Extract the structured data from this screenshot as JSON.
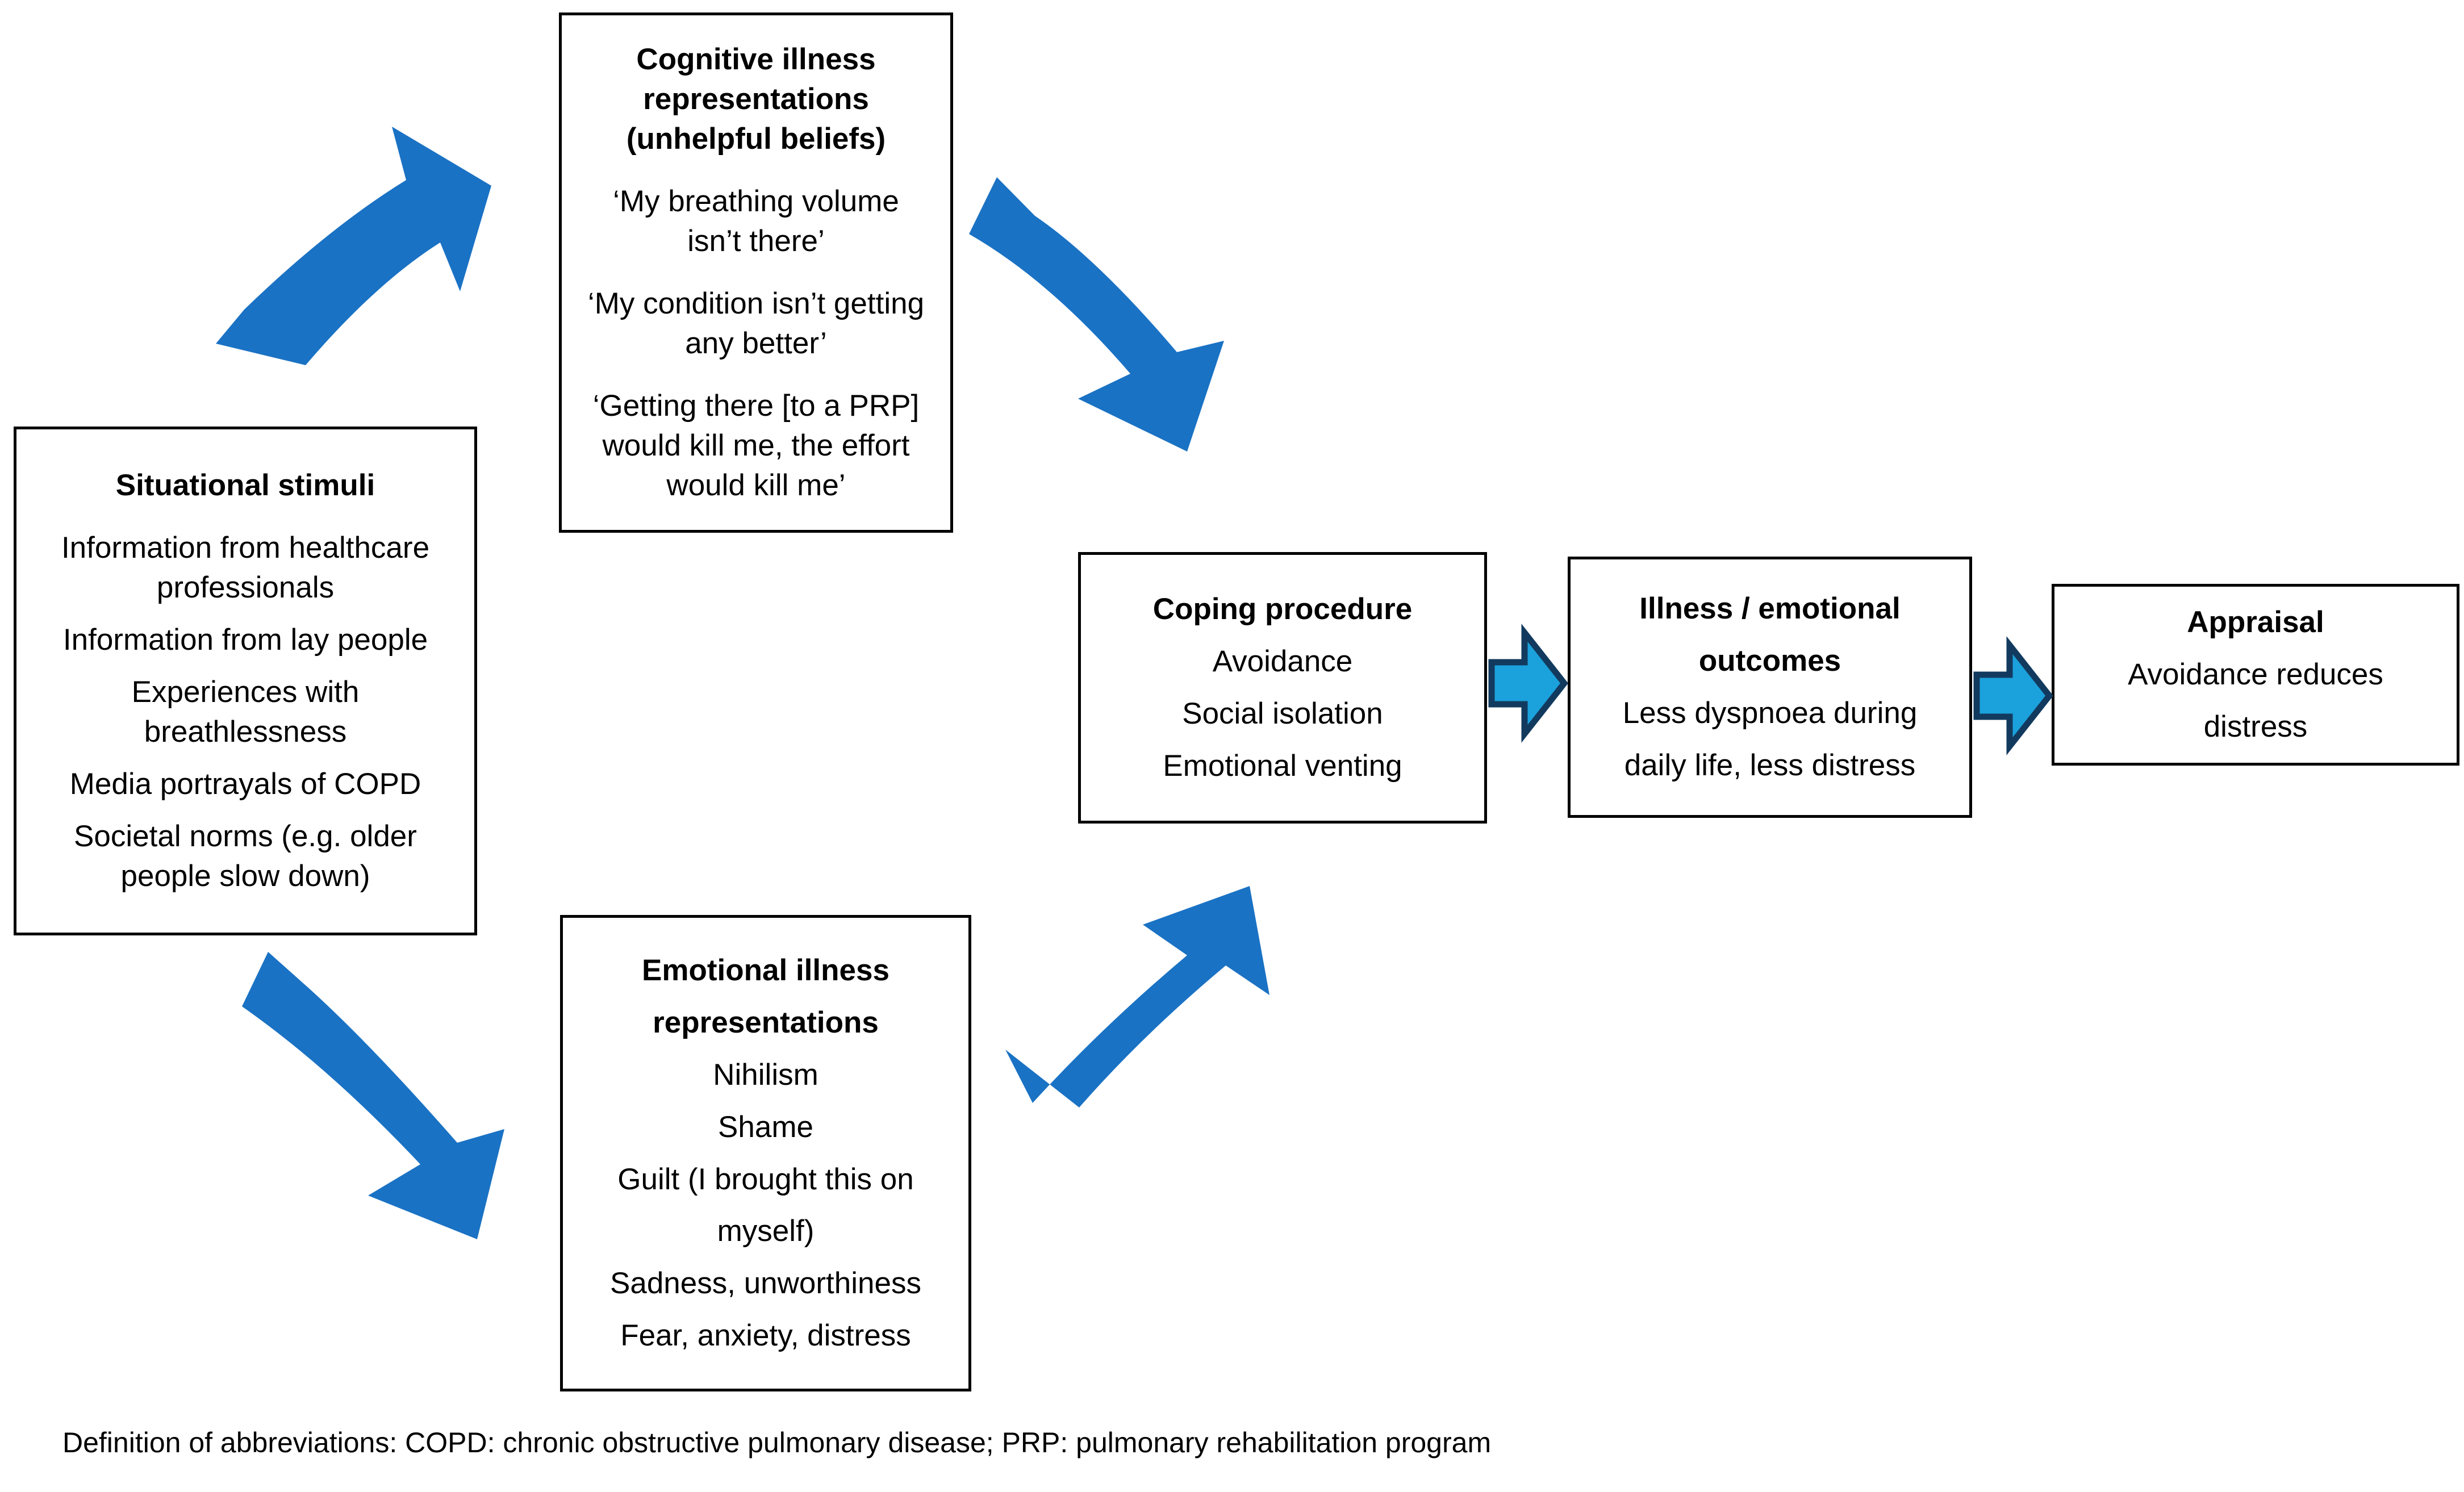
{
  "diagram": {
    "type": "flow-diagram",
    "boxes": {
      "situational": {
        "title": "Situational stimuli",
        "lines": [
          "Information from healthcare",
          "professionals",
          "Information from lay people",
          "Experiences with",
          "breathlessness",
          "Media portrayals of COPD",
          "Societal norms (e.g. older",
          "people slow down)"
        ]
      },
      "cognitive": {
        "title_line_1": "Cognitive illness",
        "title_line_2": "representations",
        "title_line_3": "(unhelpful beliefs)",
        "lines": [
          "‘My breathing volume",
          "isn’t there’",
          "‘My condition isn’t getting",
          "any better’",
          "‘Getting there [to a PRP]",
          "would kill me, the effort",
          "would kill me’"
        ]
      },
      "emotional": {
        "title_line_1": "Emotional illness",
        "title_line_2": "representations",
        "lines": [
          "Nihilism",
          "Shame",
          "Guilt (I brought this on",
          "myself)",
          "Sadness, unworthiness",
          "Fear, anxiety, distress"
        ]
      },
      "coping": {
        "title": "Coping procedure",
        "lines": [
          "Avoidance",
          "Social isolation",
          "Emotional venting"
        ]
      },
      "outcomes": {
        "title_line_1": "Illness / emotional",
        "title_line_2": "outcomes",
        "lines": [
          "Less dyspnoea during",
          "daily life, less distress"
        ]
      },
      "appraisal": {
        "title": "Appraisal",
        "lines": [
          "Avoidance reduces",
          "distress"
        ]
      }
    },
    "arrows": [
      {
        "name": "situational-to-cognitive",
        "style": "large-curved",
        "direction": "up-right"
      },
      {
        "name": "cognitive-to-coping",
        "style": "large-curved",
        "direction": "down-right"
      },
      {
        "name": "situational-to-emotional",
        "style": "large-curved",
        "direction": "down-right"
      },
      {
        "name": "emotional-to-coping",
        "style": "large-curved",
        "direction": "up-right"
      },
      {
        "name": "coping-to-outcomes",
        "style": "small-chevron",
        "direction": "right"
      },
      {
        "name": "outcomes-to-appraisal",
        "style": "small-chevron",
        "direction": "right"
      }
    ],
    "footer": "Definition of abbreviations: COPD: chronic obstructive pulmonary disease; PRP: pulmonary rehabilitation program",
    "colors": {
      "arrow_large_fill": "#1A72C4",
      "arrow_small_fill": "#1BA1DC",
      "arrow_small_stroke": "#123A5E",
      "box_border": "#000000",
      "text": "#000000",
      "background": "#FFFFFF"
    }
  }
}
